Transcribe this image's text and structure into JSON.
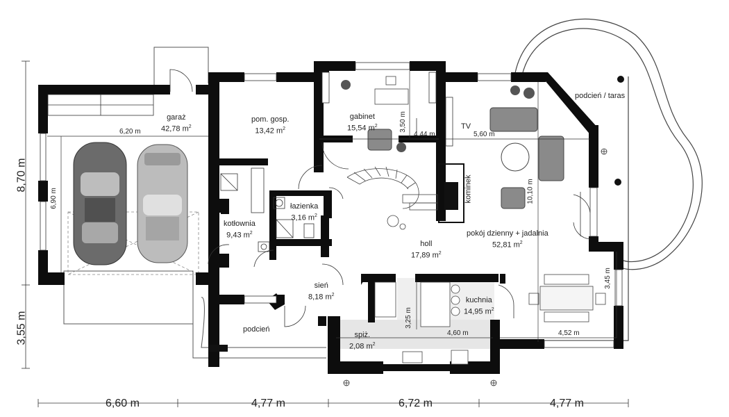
{
  "rooms": [
    {
      "id": "garaz",
      "name": "garaż",
      "area": "42,78 m",
      "sup": "2"
    },
    {
      "id": "pom-gosp",
      "name": "pom. gosp.",
      "area": "13,42 m",
      "sup": "2"
    },
    {
      "id": "gabinet",
      "name": "gabinet",
      "area": "15,54 m",
      "sup": "2"
    },
    {
      "id": "kotlownia",
      "name": "kotłownia",
      "area": "9,43 m",
      "sup": "2"
    },
    {
      "id": "lazienka",
      "name": "łazienka",
      "area": "3,16 m",
      "sup": "2"
    },
    {
      "id": "holl",
      "name": "holl",
      "area": "17,89 m",
      "sup": "2"
    },
    {
      "id": "pokoj",
      "name": "pokój dzienny + jadalnia",
      "area": "52,81 m",
      "sup": "2"
    },
    {
      "id": "sien",
      "name": "sień",
      "area": "8,18 m",
      "sup": "2"
    },
    {
      "id": "kuchnia",
      "name": "kuchnia",
      "area": "14,95 m",
      "sup": "2"
    },
    {
      "id": "spiz",
      "name": "spiż.",
      "area": "2,08 m",
      "sup": "2"
    },
    {
      "id": "podcien",
      "name": "podcień",
      "area": "",
      "sup": ""
    },
    {
      "id": "podcien-taras",
      "name": "podcień / taras",
      "area": "",
      "sup": ""
    }
  ],
  "labels": {
    "tv": "TV",
    "kominek": "kominek"
  },
  "inner_dims": {
    "garage_width": "6,20 m",
    "garage_depth": "6,90 m",
    "gabinet_v": "3,50 m",
    "gabinet_h": "4,44 m",
    "living_w": "5,60 m",
    "living_h": "10,10 m",
    "kitchen_v": "3,25 m",
    "kitchen_h": "4,60 m",
    "dining_w": "4,52 m",
    "dining_h": "3,45 m"
  },
  "outer_dims": {
    "bottom": [
      "6,60 m",
      "4,77 m",
      "6,72 m",
      "4,77 m"
    ],
    "left": [
      "8,70 m",
      "3,55 m"
    ]
  }
}
